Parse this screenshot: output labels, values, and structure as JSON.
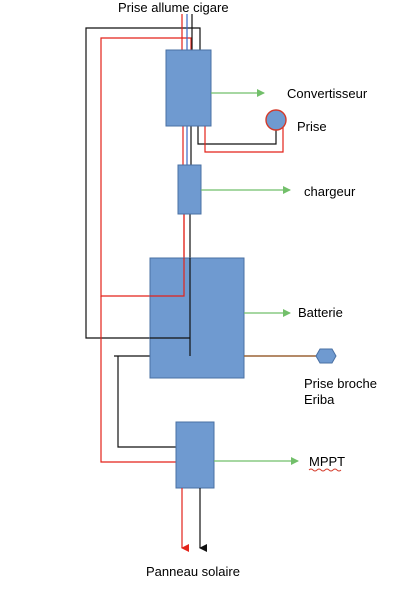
{
  "labels": {
    "prise_allume_cigare": "Prise allume cigare",
    "convertisseur": "Convertisseur",
    "prise": "Prise",
    "chargeur": "chargeur",
    "batterie": "Batterie",
    "prise_broche_line1": "Prise broche",
    "prise_broche_line2": "Eriba",
    "mppt": "MPPT",
    "panneau_solaire": "Panneau solaire"
  },
  "colors": {
    "box_fill": "#6f9ad0",
    "box_stroke": "#4a70a3",
    "wire_red": "#e32219",
    "wire_black": "#111111",
    "wire_blue": "#3a66c4",
    "arrow_green": "#72bf6a",
    "wire_brown": "#9b6436",
    "prise_circle_fill": "#6f9ad0",
    "prise_circle_stroke": "#d43a2a",
    "hex_fill": "#6f9ad0",
    "spellcheck_underline": "#d43a2a"
  }
}
